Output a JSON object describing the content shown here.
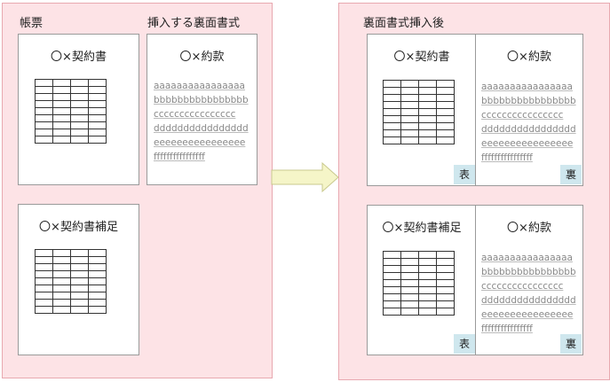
{
  "left_panel": {
    "title": "帳票",
    "insert_title": "挿入する裏面書式",
    "cards": {
      "contract": "〇×契約書",
      "supplement": "〇×契約書補足",
      "terms": "〇×約款"
    }
  },
  "right_panel": {
    "title": "裏面書式挿入後",
    "cards": {
      "contract": "〇×契約書",
      "terms1": "〇×約款",
      "supplement": "〇×契約書補足",
      "terms2": "〇×約款"
    },
    "badges": {
      "front": "表",
      "back": "裏"
    }
  },
  "text_lines": [
    "aaaaaaaaaaaaaaaa",
    "bbbbbbbbbbbbbbbb",
    "cccccccccccccccc",
    "dddddddddddddddd",
    "eeeeeeeeeeeeeeee",
    "ffffffffffffffff"
  ],
  "colors": {
    "panel_fill": "#fde3e6",
    "badge_fill": "#cfe7ee",
    "arrow_fill": "#f5f5c8"
  },
  "icons": {
    "arrow": "right-arrow-icon"
  }
}
